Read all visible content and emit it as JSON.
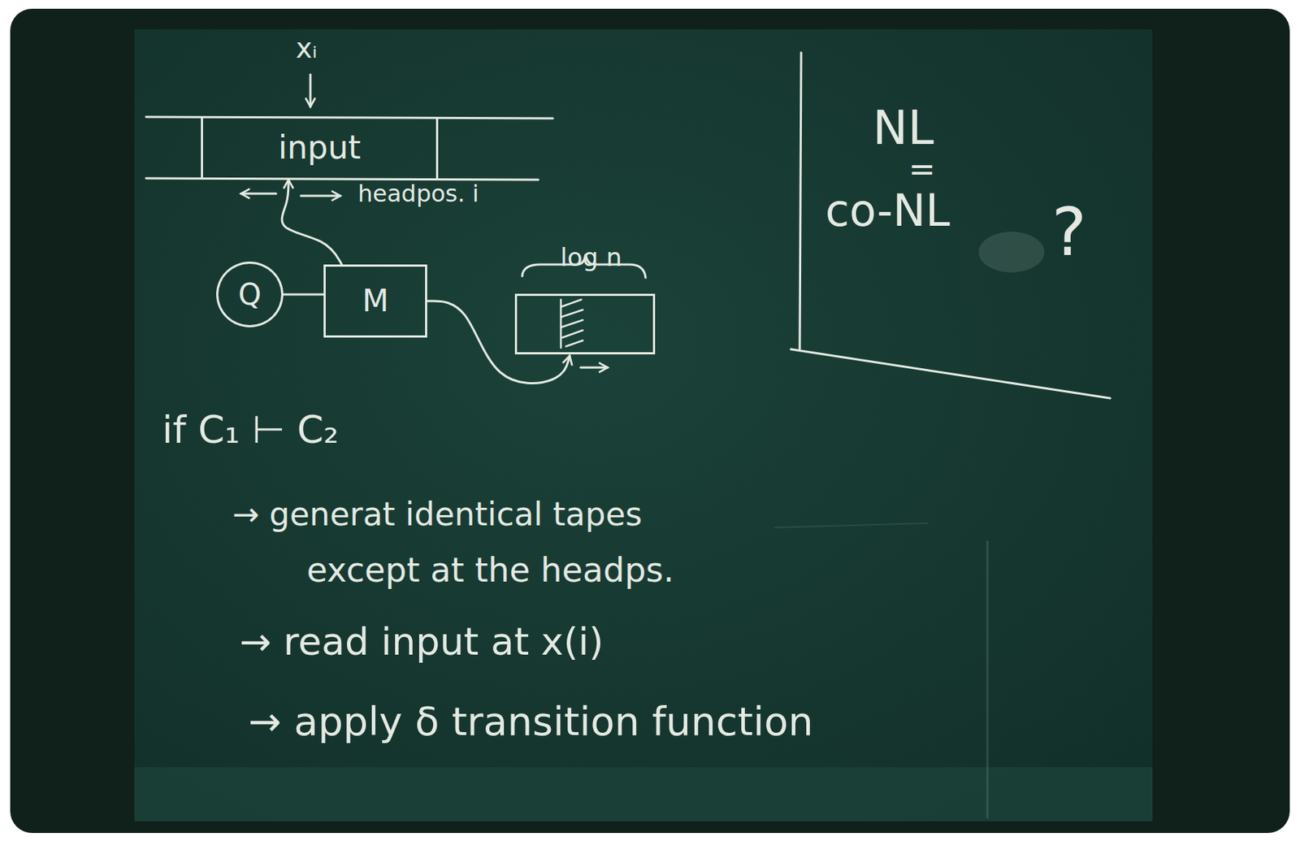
{
  "diagram": {
    "nodes": [
      {
        "text": [
          "input"
        ]
      },
      {
        "text": [
          "Q"
        ]
      },
      {
        "text": [
          "M"
        ]
      },
      {
        "text": [
          "log n"
        ]
      }
    ],
    "edges": [
      {
        "from": 2,
        "to": 0,
        "arrow": "to"
      },
      {
        "from": 1,
        "to": 2,
        "arrow": "none"
      },
      {
        "from": 2,
        "to": 3,
        "arrow": "to"
      }
    ],
    "labels": [
      "xᵢ",
      "headpos. i",
      "NL",
      "=",
      "co-NL",
      "?",
      "if C₁ ⊢ C₂",
      "→ generat identical tapes",
      "except at the headps.",
      "→ read input at x(i)",
      "→ apply δ transition function"
    ]
  }
}
